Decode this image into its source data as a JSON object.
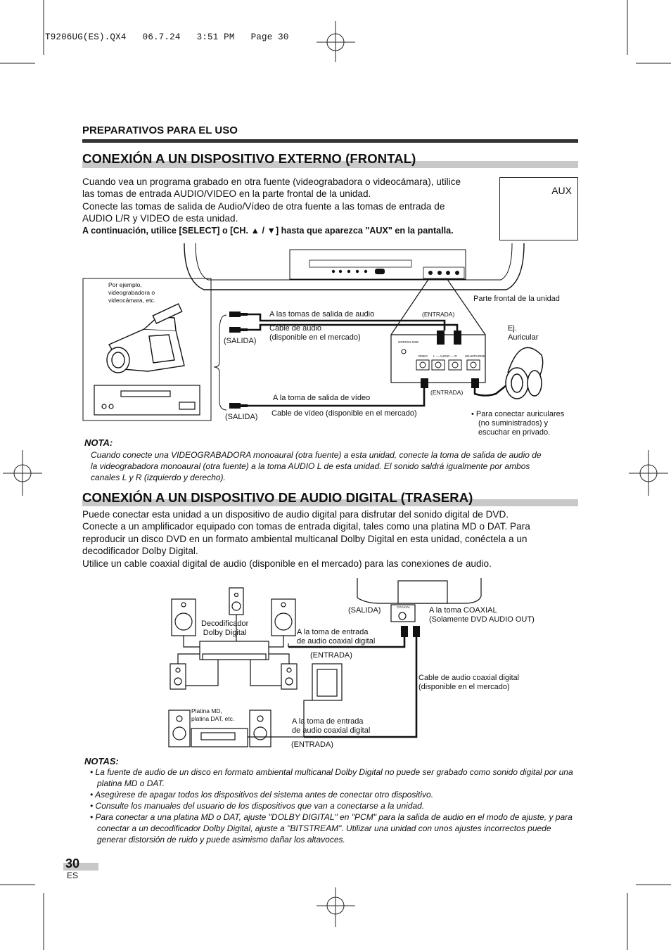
{
  "print_header": "T9206UG(ES).QX4   06.7.24   3:51 PM   Page 30",
  "section_label": "PREPARATIVOS PARA EL USO",
  "section1": {
    "title": "CONEXIÓN A UN DISPOSITIVO EXTERNO (FRONTAL)",
    "lines": [
      "Cuando vea un programa grabado en otra fuente (videograbadora o videocámara), utilice",
      "las tomas de entrada AUDIO/VIDEO en la parte frontal de la unidad.",
      "Conecte las tomas de salida de Audio/Vídeo de otra fuente a las tomas de entrada de",
      "AUDIO L/R y VIDEO de esta unidad."
    ],
    "bold_line": "A continuación, utilice [SELECT] o [CH. ▲ / ▼] hasta que aparezca \"AUX\" en la pantalla.",
    "aux_screen": "AUX",
    "diagram": {
      "source_caption": [
        "Por ejemplo,",
        "videograbadora o",
        "videocámara, etc."
      ],
      "front_panel": "Parte frontal de la unidad",
      "audio_out": "A las tomas de salida de audio",
      "audio_cable": [
        "Cable de audio",
        "(disponible en el mercado)"
      ],
      "entrada": "(ENTRADA)",
      "salida": "(SALIDA)",
      "video_out": "A la toma de salida de vídeo",
      "video_cable": "Cable de vídeo (disponible en el mercado)",
      "headphone_label": [
        "Ej.",
        "Auricular"
      ],
      "headphone_note": [
        "• Para conectar auriculares",
        "(no suministrados) y",
        "escuchar en privado."
      ],
      "panel_open_close": "OPEN/CLOSE",
      "panel_video": "VIDEO",
      "panel_audio": "L — AUDIO — R",
      "panel_headphone": "HEADPHONE"
    },
    "nota_label": "NOTA:",
    "nota_lines": [
      "Cuando conecte una VIDEOGRABADORA monoaural (otra fuente) a esta unidad, conecte la toma de salida de audio de",
      "la videograbadora  monoaural (otra fuente) a la toma AUDIO L de esta unidad. El sonido saldrá igualmente por ambos",
      "canales L y R (izquierdo y derecho)."
    ]
  },
  "section2": {
    "title": "CONEXIÓN A UN DISPOSITIVO DE AUDIO DIGITAL (TRASERA)",
    "lines": [
      "Puede conectar esta unidad a un dispositivo de audio digital para disfrutar del sonido digital de DVD.",
      "Conecte a un amplificador equipado con tomas de entrada digital, tales como una platina MD o DAT. Para",
      "reproducir un disco DVD en un formato ambiental multicanal Dolby Digital en esta unidad, conéctela a un",
      "decodificador Dolby Digital.",
      "Utilice un cable coaxial digital de audio (disponible en el mercado) para las conexiones de audio."
    ],
    "diagram": {
      "decoder": [
        "Decodificador",
        "Dolby Digital"
      ],
      "salida": "(SALIDA)",
      "coaxial_jack": [
        "A la toma COAXIAL",
        "(Solamente DVD AUDIO OUT)"
      ],
      "coax_in_1": [
        "A la toma de entrada",
        "de audio coaxial digital"
      ],
      "entrada_1": "(ENTRADA)",
      "coax_cable": [
        "Cable de audio coaxial digital",
        "(disponible en el mercado)"
      ],
      "md_deck": [
        "Platina MD,",
        "platina DAT, etc."
      ],
      "coax_in_2": [
        "A la toma de entrada",
        "de audio coaxial digital"
      ],
      "entrada_2": "(ENTRADA)",
      "coaxial_small": "COAXIAL"
    },
    "notas_label": "NOTAS:",
    "notas": [
      "• La fuente de audio de un disco en formato ambiental multicanal Dolby Digital no puede ser grabado como sonido digital por una platina MD o DAT.",
      "• Asegúrese de apagar todos los dispositivos del sistema antes de conectar otro dispositivo.",
      "• Consulte los manuales del usuario de los dispositivos que van a conectarse a la unidad.",
      "• Para conectar a una platina MD o DAT, ajuste \"DOLBY DIGITAL\" en \"PCM\" para la salida de audio en el modo de ajuste, y para conectar a un decodificador Dolby Digital, ajuste a \"BITSTREAM\". Utilizar una unidad con unos ajustes incorrectos puede generar distorsión de ruido y puede asimismo dañar los altavoces."
    ]
  },
  "page_number": "30",
  "lang_code": "ES"
}
